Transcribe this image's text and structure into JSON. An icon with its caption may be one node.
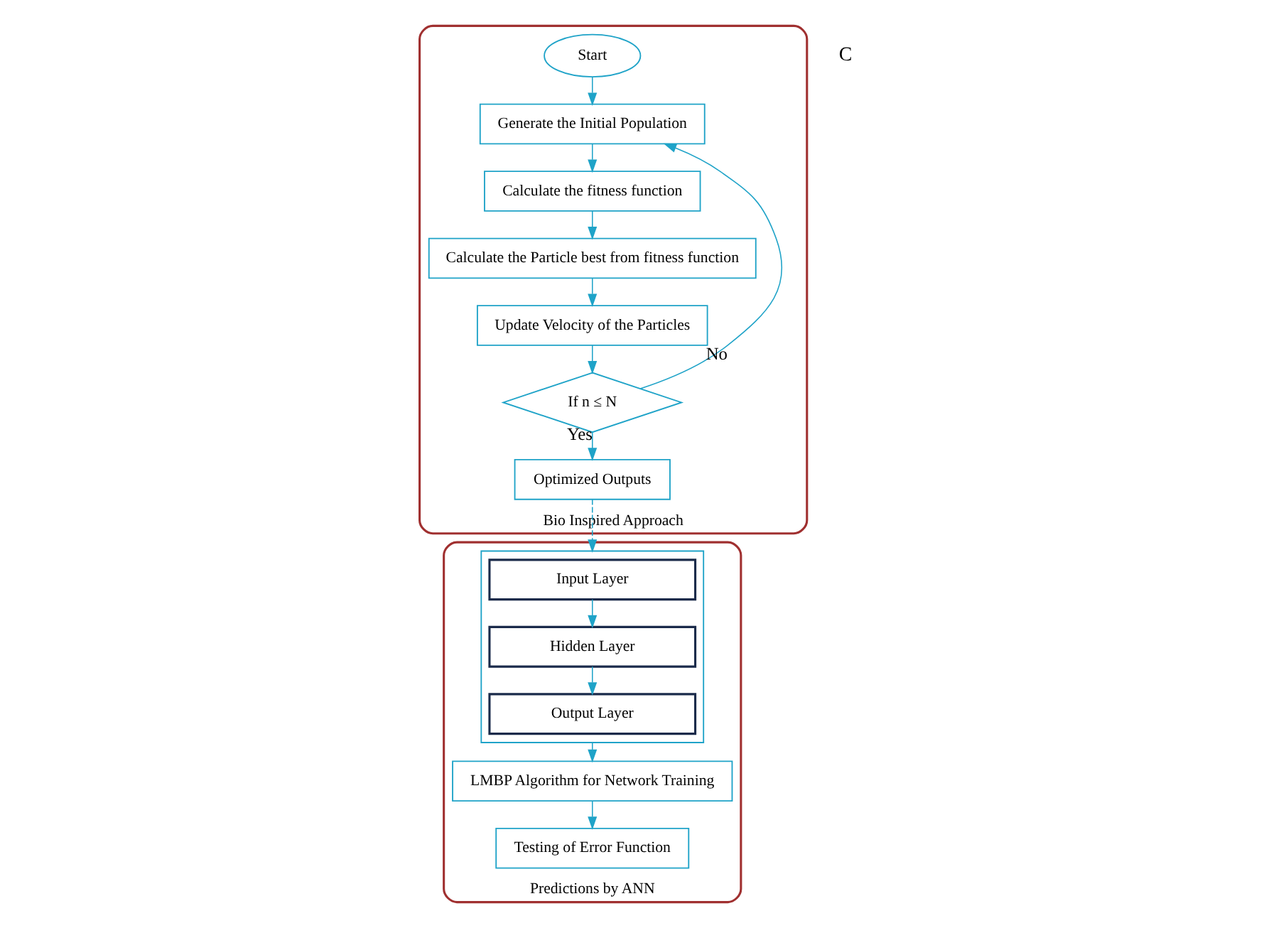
{
  "diagram": {
    "nodes": [
      {
        "text": [
          "Bio Inspired Approach"
        ]
      },
      {
        "text": [
          "Start"
        ],
        "in": 0
      },
      {
        "text": [
          "Generate the Initial Population"
        ],
        "in": 0
      },
      {
        "text": [
          "Calculate the fitness function"
        ],
        "in": 0
      },
      {
        "text": [
          "Calculate the Particle best from fitness function"
        ],
        "in": 0
      },
      {
        "text": [
          "Update Velocity of the Particles"
        ],
        "in": 0
      },
      {
        "text": [
          "If n ≤ N"
        ],
        "in": 0
      },
      {
        "text": [
          "Optimized Outputs"
        ],
        "in": 0
      },
      {
        "text": [
          "Predictions by ANN"
        ]
      },
      {
        "text": [],
        "shape": "box",
        "in": 8
      },
      {
        "text": [
          "Input Layer"
        ],
        "in": 9
      },
      {
        "text": [
          "Hidden Layer"
        ],
        "in": 9
      },
      {
        "text": [
          "Output Layer"
        ],
        "in": 9
      },
      {
        "text": [
          "LMBP Algorithm for Network Training"
        ],
        "in": 8
      },
      {
        "text": [
          "Testing of Error Function"
        ],
        "in": 8
      }
    ],
    "edges": [
      {
        "from": 1,
        "to": 2,
        "arrow": "to"
      },
      {
        "from": 2,
        "to": 3,
        "arrow": "to"
      },
      {
        "from": 3,
        "to": 4,
        "arrow": "to"
      },
      {
        "from": 4,
        "to": 5,
        "arrow": "to"
      },
      {
        "from": 5,
        "to": 6,
        "arrow": "to"
      },
      {
        "from": 6,
        "to": 2,
        "arrow": "to",
        "label": "No"
      },
      {
        "from": 6,
        "to": 7,
        "arrow": "to",
        "label": "Yes"
      },
      {
        "from": 7,
        "to": 9,
        "arrow": "to",
        "style": "dashed"
      },
      {
        "from": 10,
        "to": 11,
        "arrow": "to"
      },
      {
        "from": 11,
        "to": 12,
        "arrow": "to"
      },
      {
        "from": 9,
        "to": 13,
        "arrow": "to"
      },
      {
        "from": 13,
        "to": 14,
        "arrow": "to"
      }
    ],
    "labels": [
      "C"
    ]
  }
}
